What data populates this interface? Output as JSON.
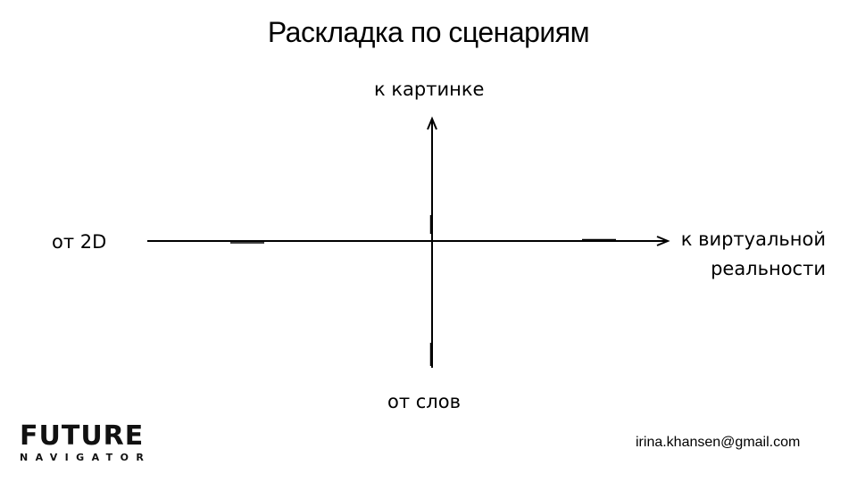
{
  "slide": {
    "title": "Раскладка по сценариям",
    "axis_labels": {
      "top": "к картинке",
      "left": "от 2D",
      "right_line1": "к виртуальной",
      "right_line2": "реальности",
      "bottom": "от слов"
    },
    "logo": {
      "main": "FUTURE",
      "sub": "NAVIGATOR"
    },
    "email": "irina.khansen@gmail.com"
  },
  "colors": {
    "background": "#ffffff",
    "text": "#000000",
    "axis": "#000000"
  }
}
